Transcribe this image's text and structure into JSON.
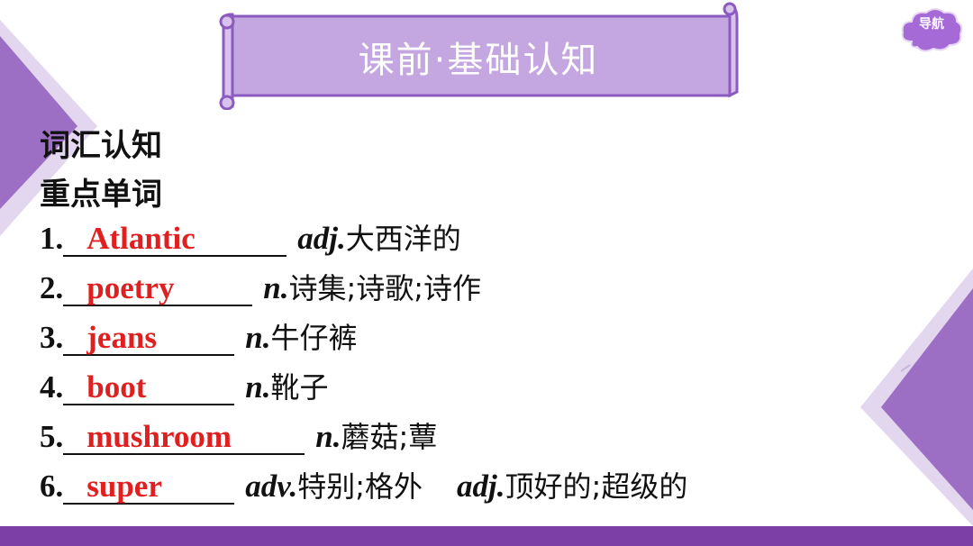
{
  "banner": {
    "title": "课前·基础认知"
  },
  "nav": {
    "label": "导航"
  },
  "section": {
    "heading": "词汇认知",
    "subheading": "重点单词"
  },
  "vocab": [
    {
      "num": "1.",
      "answer": "Atlantic",
      "parts": [
        {
          "pos": "adj.",
          "meaning": "大西洋的"
        }
      ]
    },
    {
      "num": "2.",
      "answer": "poetry",
      "parts": [
        {
          "pos": "n.",
          "meaning": "诗集;诗歌;诗作"
        }
      ]
    },
    {
      "num": "3.",
      "answer": "jeans",
      "parts": [
        {
          "pos": "n.",
          "meaning": "牛仔裤"
        }
      ]
    },
    {
      "num": "4.",
      "answer": "boot",
      "parts": [
        {
          "pos": "n.",
          "meaning": "靴子"
        }
      ]
    },
    {
      "num": "5.",
      "answer": "mushroom",
      "parts": [
        {
          "pos": "n.",
          "meaning": "蘑菇;蕈"
        }
      ]
    },
    {
      "num": "6.",
      "answer": "super",
      "parts": [
        {
          "pos": "adv.",
          "meaning": "特别;格外"
        },
        {
          "pos": "adj.",
          "meaning": "顶好的;超级的"
        }
      ]
    }
  ],
  "colors": {
    "accent": "#7b3fa6",
    "banner": "#c4a6e0",
    "answer": "#e02020"
  }
}
